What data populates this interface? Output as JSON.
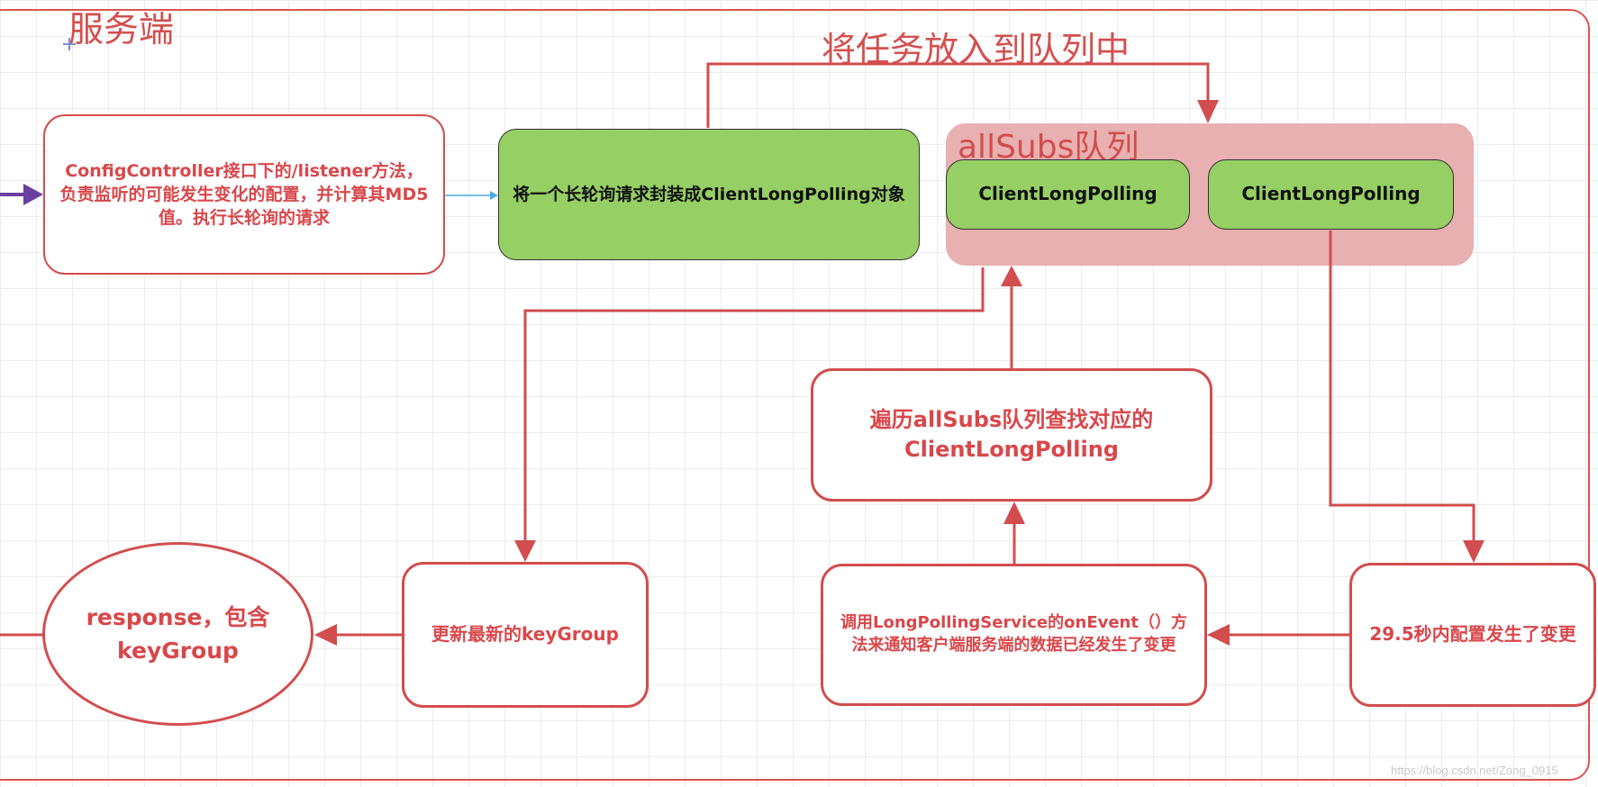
{
  "diagram": {
    "section_title": "服务端",
    "arrow_label": "将任务放入到队列中",
    "queue": {
      "title": "allSubs队列",
      "items": [
        "ClientLongPolling",
        "ClientLongPolling"
      ]
    },
    "nodes": {
      "listener": "ConfigController接口下的/listener方法，负责监听的可能发生变化的配置，并计算其MD5值。执行长轮询的请求",
      "wrap": "将一个长轮询请求封装成ClientLongPolling对象",
      "traverse": "遍历allSubs队列查找对应的ClientLongPolling",
      "update": "更新最新的keyGroup",
      "response": "response，包含keyGroup",
      "on_event": "调用LongPollingService的onEvent（）方法来通知客户端服务端的数据已经发生了变更",
      "changed": "29.5秒内配置发生了变更"
    },
    "colors": {
      "frame": "#d9534f",
      "edge": "#d24d4e",
      "node_text": "#d9474b",
      "green_fill": "#96cf64",
      "queue_fill": "#e8b0b0",
      "input_arrow": "#6a3fa0",
      "link_arrow": "#4aa8e8"
    }
  },
  "watermark": "https://blog.csdn.net/Zong_0915"
}
